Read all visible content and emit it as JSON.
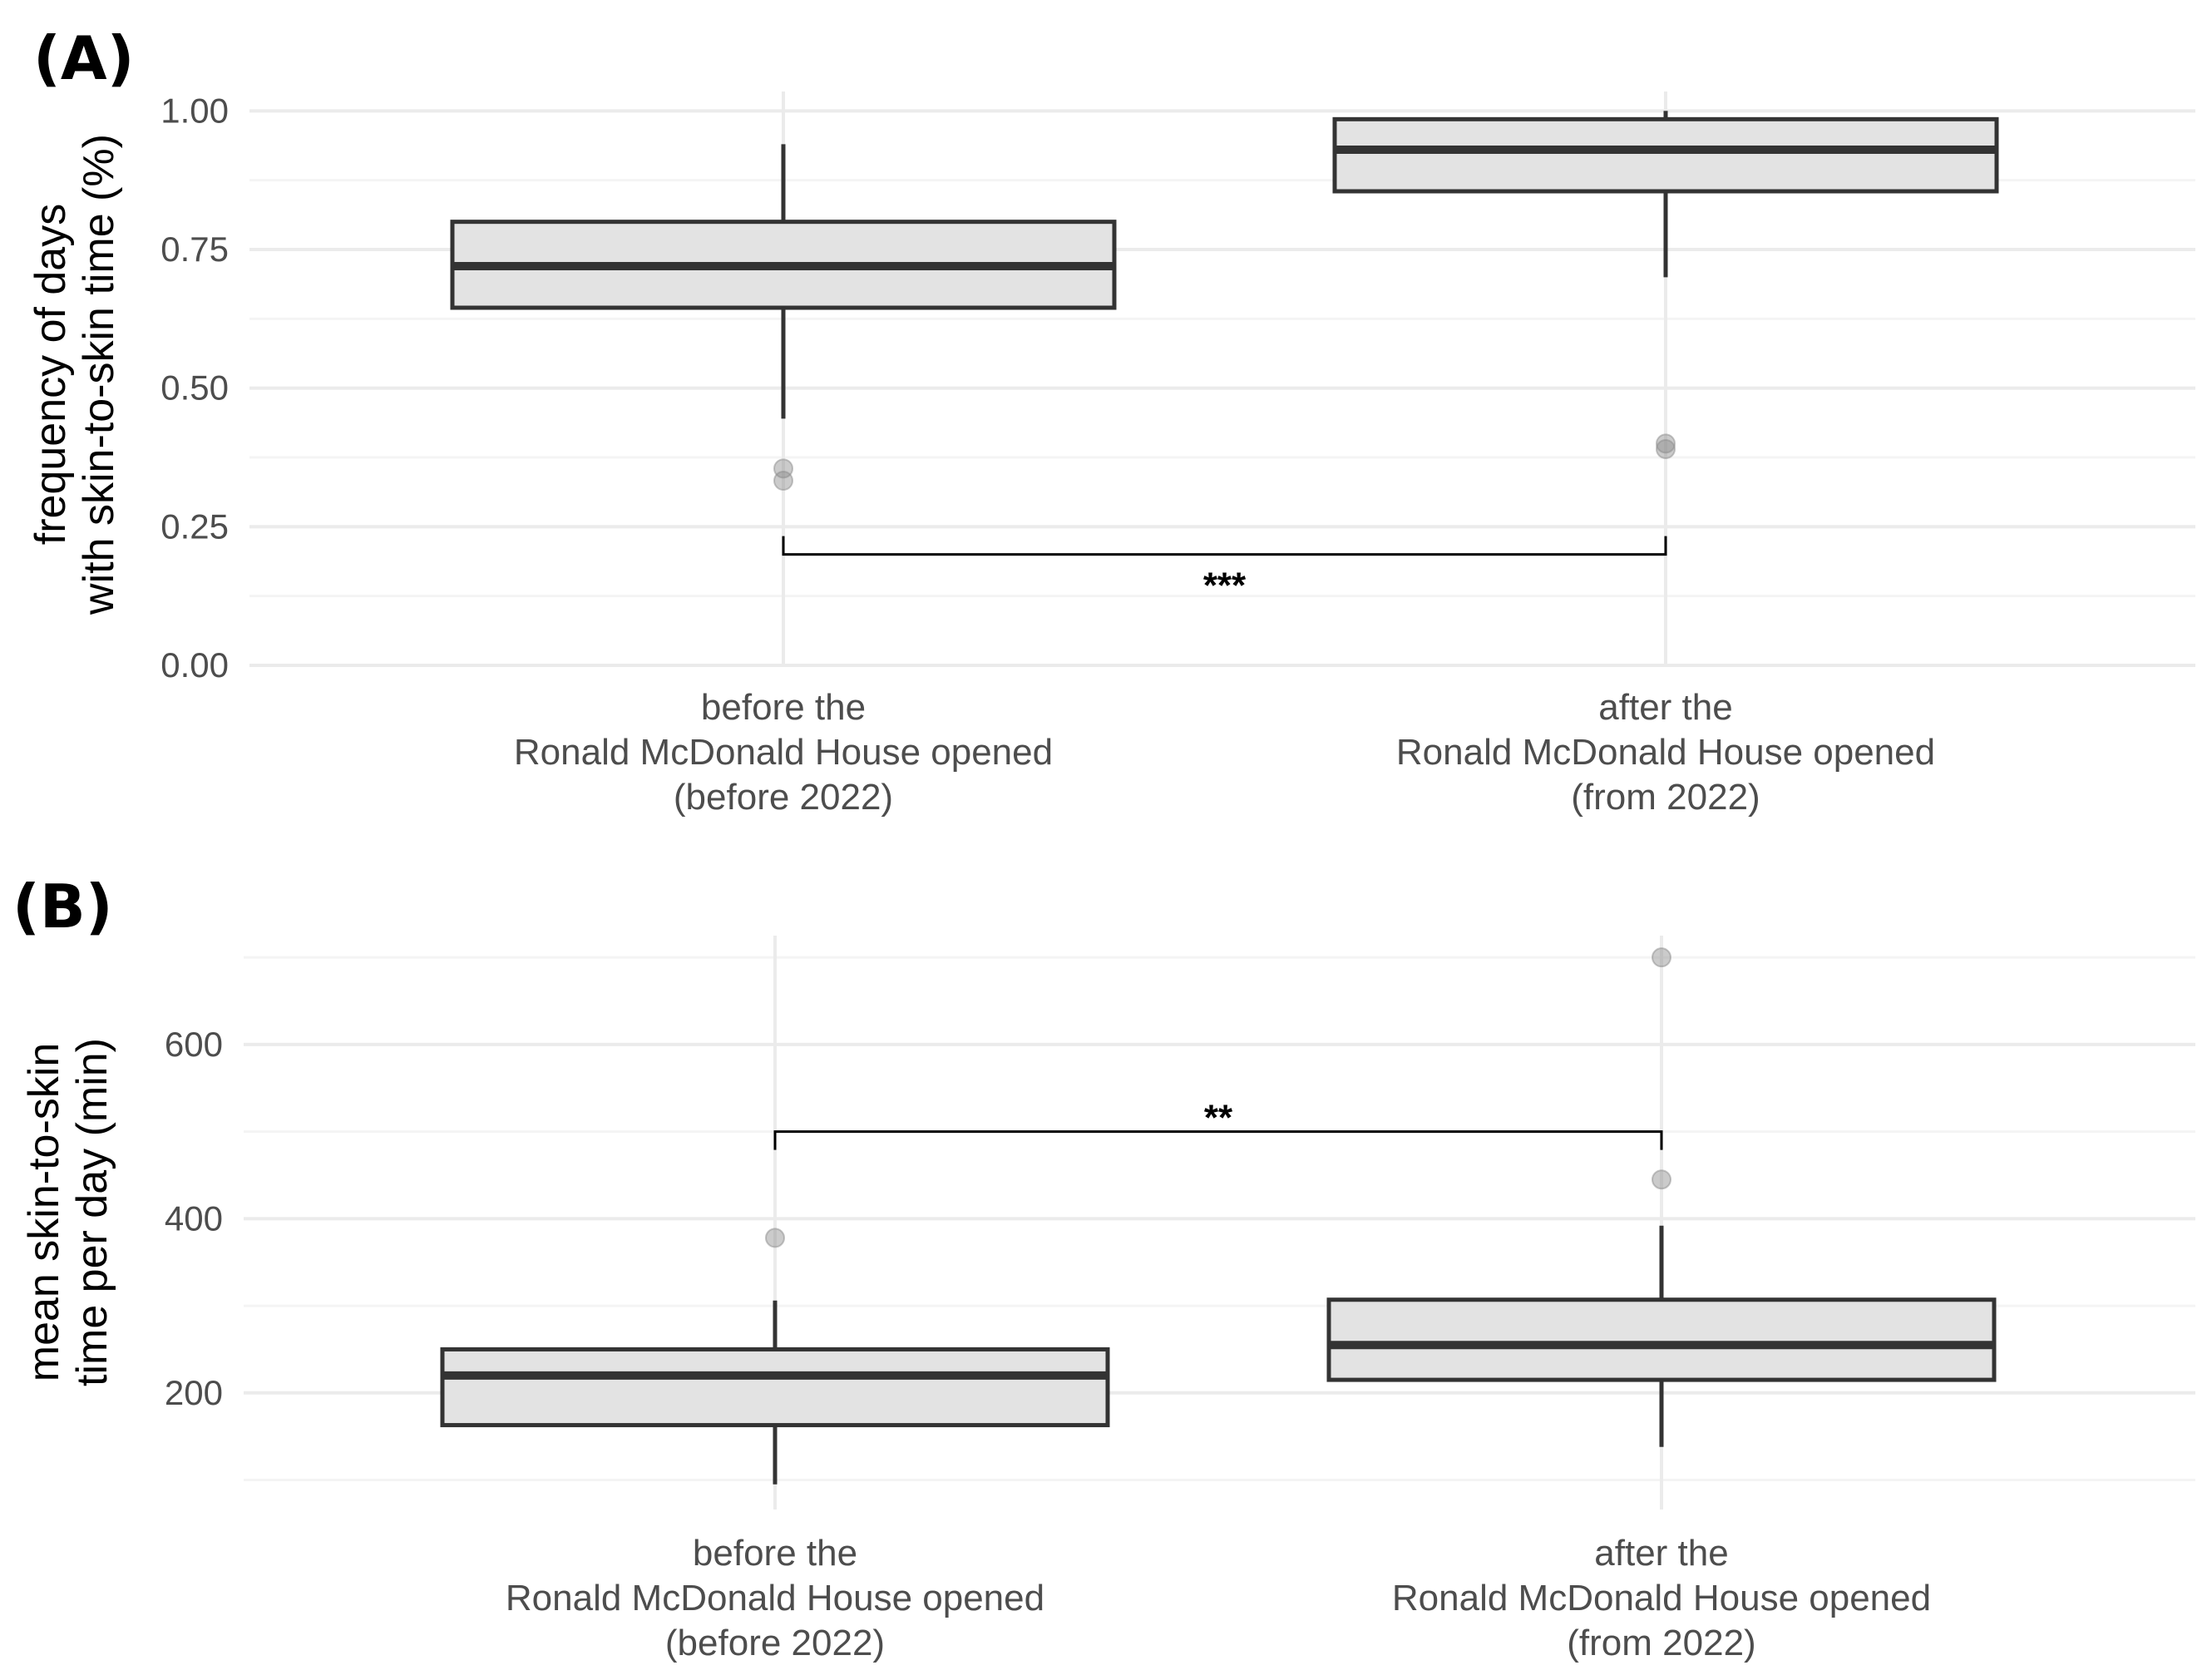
{
  "chart_data": [
    {
      "type": "box",
      "panel_label": "(A)",
      "ylabel_lines": [
        "frequency of days",
        "with skin-to-skin time (%)"
      ],
      "ylim": [
        0,
        1.05
      ],
      "yticks": [
        0,
        0.25,
        0.5,
        0.75,
        1.0
      ],
      "ytick_labels": [
        "0.00",
        "0.25",
        "0.50",
        "0.75",
        "1.00"
      ],
      "categories": [
        [
          "before the",
          "Ronald McDonald House opened",
          "(before 2022)"
        ],
        [
          "after the",
          "Ronald McDonald House opened",
          "(from 2022)"
        ]
      ],
      "boxes": [
        {
          "whisker_low": 0.445,
          "q1": 0.645,
          "median": 0.72,
          "q3": 0.8,
          "whisker_high": 0.94,
          "outliers": [
            0.355,
            0.333
          ]
        },
        {
          "whisker_low": 0.7,
          "q1": 0.855,
          "median": 0.93,
          "q3": 0.985,
          "whisker_high": 1.0,
          "outliers": [
            0.4,
            0.39
          ]
        }
      ],
      "significance": {
        "label": "***",
        "y": 0.2,
        "placement": "below"
      }
    },
    {
      "type": "box",
      "panel_label": "(B)",
      "ylabel_lines": [
        "mean skin-to-skin",
        "time per day (min)"
      ],
      "ylim": [
        90,
        725
      ],
      "yticks": [
        200,
        400,
        600
      ],
      "ytick_labels": [
        "200",
        "400",
        "600"
      ],
      "categories": [
        [
          "before the",
          "Ronald McDonald House opened",
          "(before 2022)"
        ],
        [
          "after the",
          "Ronald McDonald House opened",
          "(from 2022)"
        ]
      ],
      "boxes": [
        {
          "whisker_low": 95,
          "q1": 163,
          "median": 220,
          "q3": 250,
          "whisker_high": 306,
          "outliers": [
            378
          ]
        },
        {
          "whisker_low": 138,
          "q1": 215,
          "median": 255,
          "q3": 307,
          "whisker_high": 392,
          "outliers": [
            700,
            445
          ]
        }
      ],
      "significance": {
        "label": "**",
        "y": 500,
        "placement": "above"
      }
    }
  ],
  "colors": {
    "box_fill": "#e3e3e3",
    "box_stroke": "#333333",
    "grid_major": "#ebebeb",
    "grid_minor": "#f4f4f4",
    "outlier": "#8c8c8c"
  }
}
